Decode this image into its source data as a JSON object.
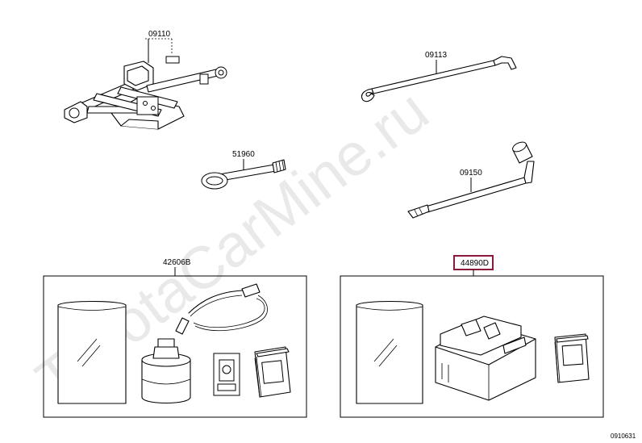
{
  "watermark": "ToyotaCarMine.ru",
  "diagram_code": "0910631",
  "highlight_color": "#8b1a3a",
  "parts": [
    {
      "code": "09110"
    },
    {
      "code": "09113"
    },
    {
      "code": "51960"
    },
    {
      "code": "09150"
    },
    {
      "code": "42606B"
    },
    {
      "code": "44890D"
    }
  ]
}
